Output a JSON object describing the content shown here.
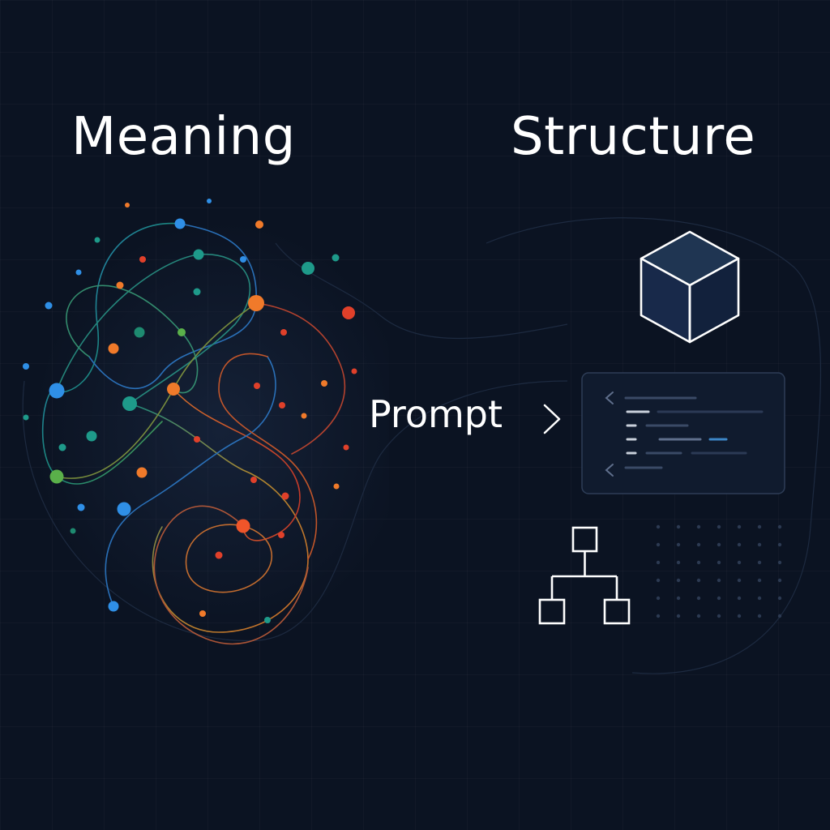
{
  "headings": {
    "left": "Meaning",
    "right": "Structure"
  },
  "prompt": {
    "label": "Prompt"
  },
  "palette": {
    "background": "#0b1322",
    "blue": "#2f8fe6",
    "teal": "#1e9a8a",
    "green": "#5ab04a",
    "orange": "#f07a2a",
    "red": "#e0402a",
    "code_line": "#3a4a66",
    "code_highlight": "#3d86c6",
    "white": "#ffffff"
  },
  "icons": {
    "left_cluster": "network-graph-icon",
    "cube": "cube-icon",
    "code_panel": "code-editor-icon",
    "hierarchy": "hierarchy-tree-icon",
    "arrow": "arrow-right-icon"
  }
}
